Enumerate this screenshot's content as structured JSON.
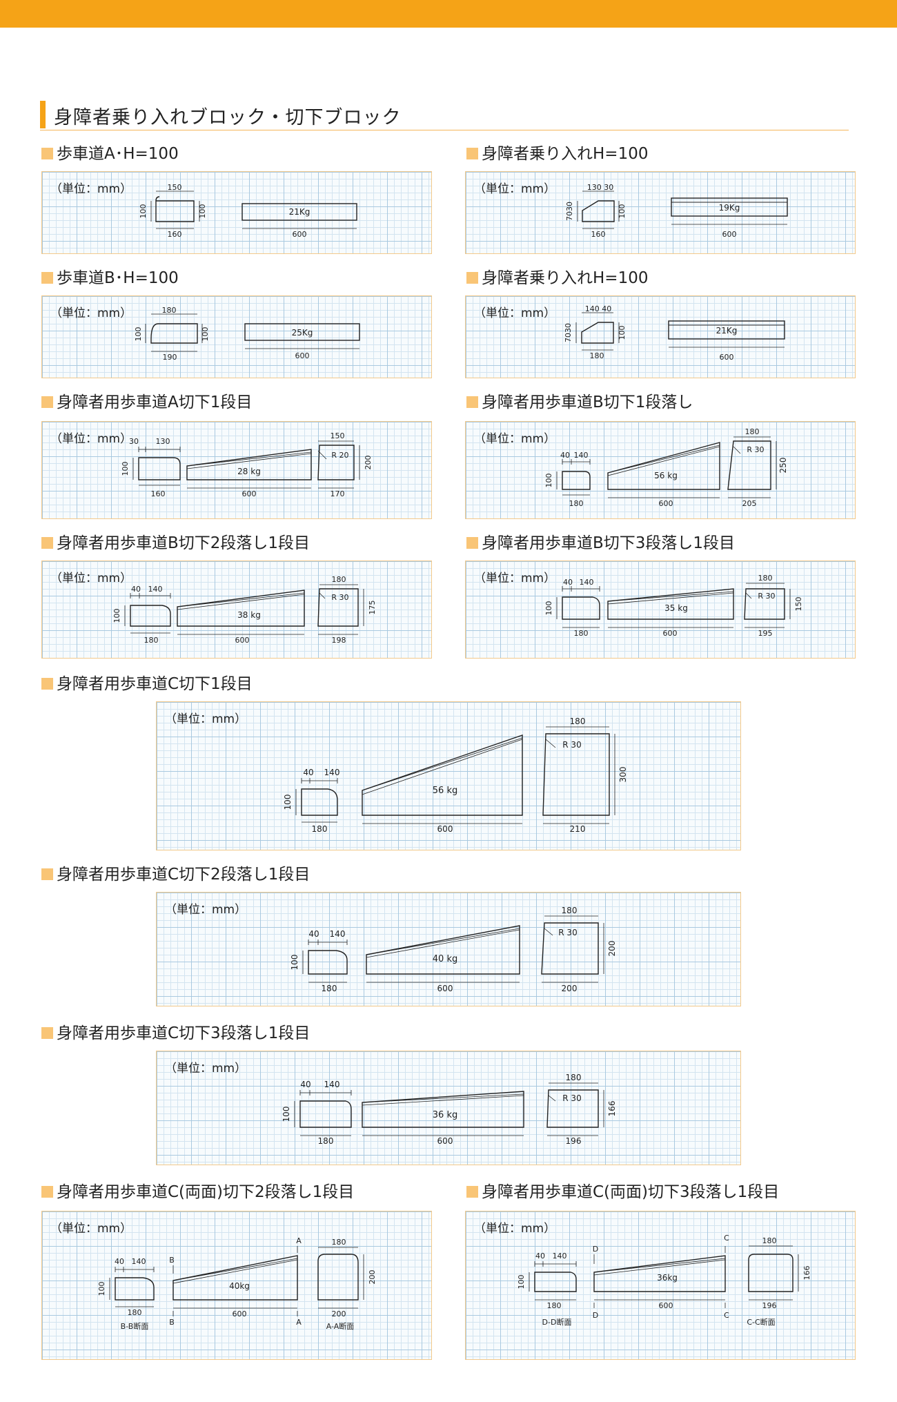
{
  "page_title": "身障者乗り入れブロック・切下ブロック",
  "unit_label": "（単位：mm）",
  "colors": {
    "accent": "#f5a317",
    "grid": "#a9c9e0",
    "panel_border": "#f3c98a"
  },
  "sections": [
    {
      "title": "歩車道A･H=100",
      "dims": [
        "150",
        "100",
        "100",
        "160",
        "21Kg",
        "600"
      ]
    },
    {
      "title": "身障者乗り入れH=100",
      "dims": [
        "130 30",
        "7030",
        "100",
        "160",
        "19Kg",
        "600"
      ]
    },
    {
      "title": "歩車道B･H=100",
      "dims": [
        "180",
        "100",
        "100",
        "190",
        "25Kg",
        "600"
      ]
    },
    {
      "title": "身障者乗り入れH=100",
      "dims": [
        "140 40",
        "7030",
        "100",
        "180",
        "21Kg",
        "600"
      ]
    },
    {
      "title": "身障者用歩車道A切下1段目",
      "dims": [
        "30",
        "130",
        "100",
        "160",
        "28 kg",
        "600",
        "150",
        "R 20",
        "200",
        "170"
      ]
    },
    {
      "title": "身障者用歩車道B切下1段落し",
      "dims": [
        "40",
        "140",
        "100",
        "180",
        "56 kg",
        "600",
        "180",
        "R 30",
        "250",
        "205"
      ]
    },
    {
      "title": "身障者用歩車道B切下2段落し1段目",
      "dims": [
        "40",
        "140",
        "100",
        "180",
        "38 kg",
        "600",
        "180",
        "R 30",
        "175",
        "198"
      ]
    },
    {
      "title": "身障者用歩車道B切下3段落し1段目",
      "dims": [
        "40",
        "140",
        "100",
        "180",
        "35 kg",
        "600",
        "180",
        "R 30",
        "150",
        "195"
      ]
    },
    {
      "title": "身障者用歩車道C切下1段目",
      "dims": [
        "40",
        "140",
        "100",
        "180",
        "56 kg",
        "600",
        "180",
        "R 30",
        "300",
        "210"
      ]
    },
    {
      "title": "身障者用歩車道C切下2段落し1段目",
      "dims": [
        "40",
        "140",
        "100",
        "180",
        "40 kg",
        "600",
        "180",
        "R 30",
        "200",
        "200"
      ]
    },
    {
      "title": "身障者用歩車道C切下3段落し1段目",
      "dims": [
        "40",
        "140",
        "100",
        "180",
        "36 kg",
        "600",
        "180",
        "R 30",
        "166",
        "196"
      ]
    },
    {
      "title": "身障者用歩車道C(両面)切下2段落し1段目",
      "dims": [
        "40",
        "140",
        "100",
        "180",
        "B-B断面",
        "40kg",
        "600",
        "180",
        "200",
        "200",
        "A-A断面",
        "A",
        "A",
        "B",
        "B"
      ]
    },
    {
      "title": "身障者用歩車道C(両面)切下3段落し1段目",
      "dims": [
        "40",
        "140",
        "100",
        "180",
        "D-D断面",
        "36kg",
        "600",
        "180",
        "166",
        "196",
        "C-C断面",
        "C",
        "C",
        "D",
        "D"
      ]
    }
  ]
}
